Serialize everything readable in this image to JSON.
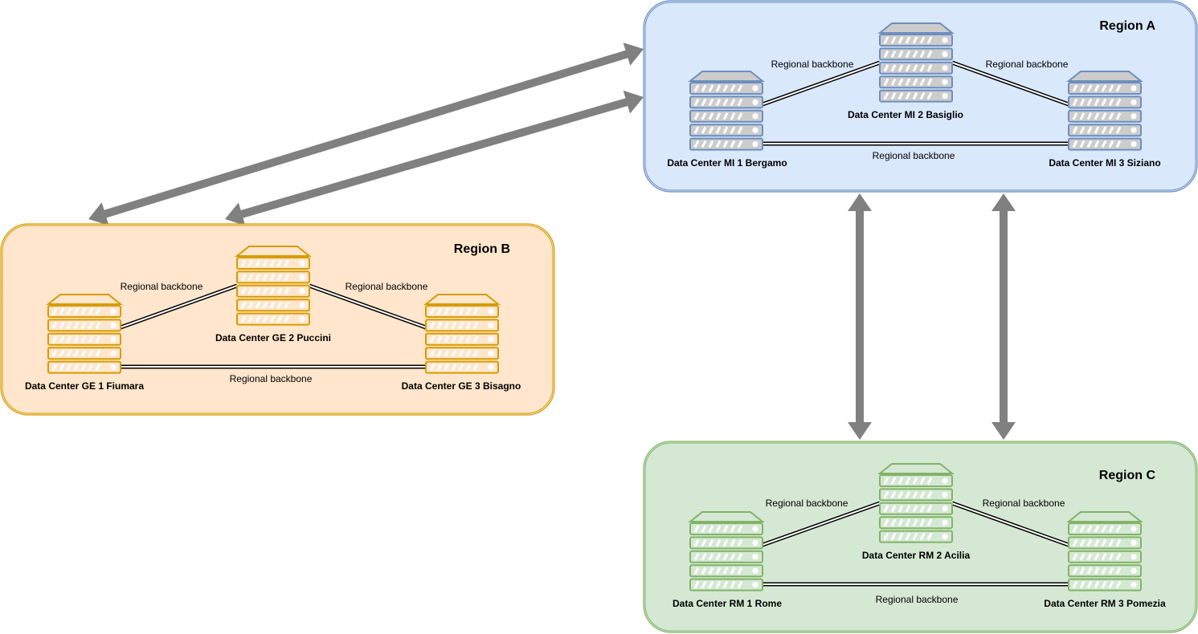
{
  "regions": [
    {
      "id": "A",
      "title": "Region A",
      "fill": "#dae8fc",
      "stroke": "#6c8ebf",
      "server_fill": "#cccccc",
      "server_stroke": "#6c8ebf",
      "datacenters": [
        {
          "name": "Data Center MI 1 Bergamo"
        },
        {
          "name": "Data Center MI 2 Basiglio"
        },
        {
          "name": "Data Center MI 3 Siziano"
        }
      ],
      "links": [
        {
          "from": 0,
          "to": 1,
          "label": "Regional backbone"
        },
        {
          "from": 1,
          "to": 2,
          "label": "Regional backbone"
        },
        {
          "from": 0,
          "to": 2,
          "label": "Regional backbone"
        }
      ]
    },
    {
      "id": "B",
      "title": "Region B",
      "fill": "#ffe6cc",
      "stroke": "#d79b00",
      "server_fill": "#ffe6cc",
      "server_stroke": "#d79b00",
      "datacenters": [
        {
          "name": "Data Center GE 1 Fiumara"
        },
        {
          "name": "Data Center GE 2 Puccini"
        },
        {
          "name": "Data Center GE 3 Bisagno"
        }
      ],
      "links": [
        {
          "from": 0,
          "to": 1,
          "label": "Regional backbone"
        },
        {
          "from": 1,
          "to": 2,
          "label": "Regional backbone"
        },
        {
          "from": 0,
          "to": 2,
          "label": "Regional backbone"
        }
      ]
    },
    {
      "id": "C",
      "title": "Region C",
      "fill": "#d5e8d4",
      "stroke": "#82b366",
      "server_fill": "#d5e8d4",
      "server_stroke": "#82b366",
      "datacenters": [
        {
          "name": "Data Center RM 1 Rome"
        },
        {
          "name": "Data Center RM 2 Acilia"
        },
        {
          "name": "Data Center RM 3 Pomezia"
        }
      ],
      "links": [
        {
          "from": 0,
          "to": 1,
          "label": "Regional backbone"
        },
        {
          "from": 1,
          "to": 2,
          "label": "Regional backbone"
        },
        {
          "from": 0,
          "to": 2,
          "label": "Regional backbone"
        }
      ]
    }
  ],
  "inter_region_links": [
    {
      "from": "A",
      "to": "B",
      "type": "bidirectional"
    },
    {
      "from": "A",
      "to": "B",
      "type": "bidirectional"
    },
    {
      "from": "A",
      "to": "C",
      "type": "bidirectional"
    },
    {
      "from": "A",
      "to": "C",
      "type": "bidirectional"
    }
  ],
  "arrow_color": "#808080"
}
